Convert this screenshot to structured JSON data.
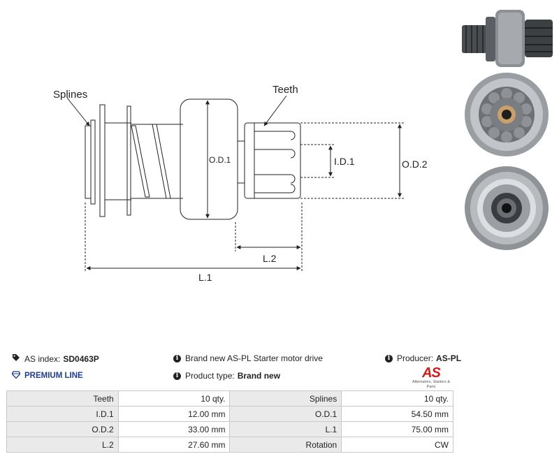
{
  "diagram": {
    "labels": {
      "splines": "Splines",
      "teeth": "Teeth",
      "od1": "O.D.1",
      "id1": "I.D.1",
      "od2": "O.D.2",
      "l2": "L.2",
      "l1": "L.1"
    }
  },
  "info": {
    "as_index_label": "AS index:",
    "as_index_value": "SD0463P",
    "premium_line": "PREMIUM LINE",
    "description": "Brand new AS-PL Starter motor drive",
    "product_type_label": "Product type:",
    "product_type_value": "Brand new",
    "producer_label": "Producer:",
    "producer_value": "AS-PL"
  },
  "logo": {
    "mark": "AS",
    "tagline": "Alternators, Starters & Parts"
  },
  "specs": [
    [
      "Teeth",
      "10 qty.",
      "Splines",
      "10 qty."
    ],
    [
      "I.D.1",
      "12.00 mm",
      "O.D.1",
      "54.50 mm"
    ],
    [
      "O.D.2",
      "33.00 mm",
      "L.1",
      "75.00 mm"
    ],
    [
      "L.2",
      "27.60 mm",
      "Rotation",
      "CW"
    ]
  ],
  "colors": {
    "logo_red": "#d01c1c",
    "premium_blue": "#1f3d8a",
    "table_header_bg": "#eaeaea"
  },
  "icons": [
    "tag-icon",
    "diamond-icon",
    "info-icon"
  ]
}
